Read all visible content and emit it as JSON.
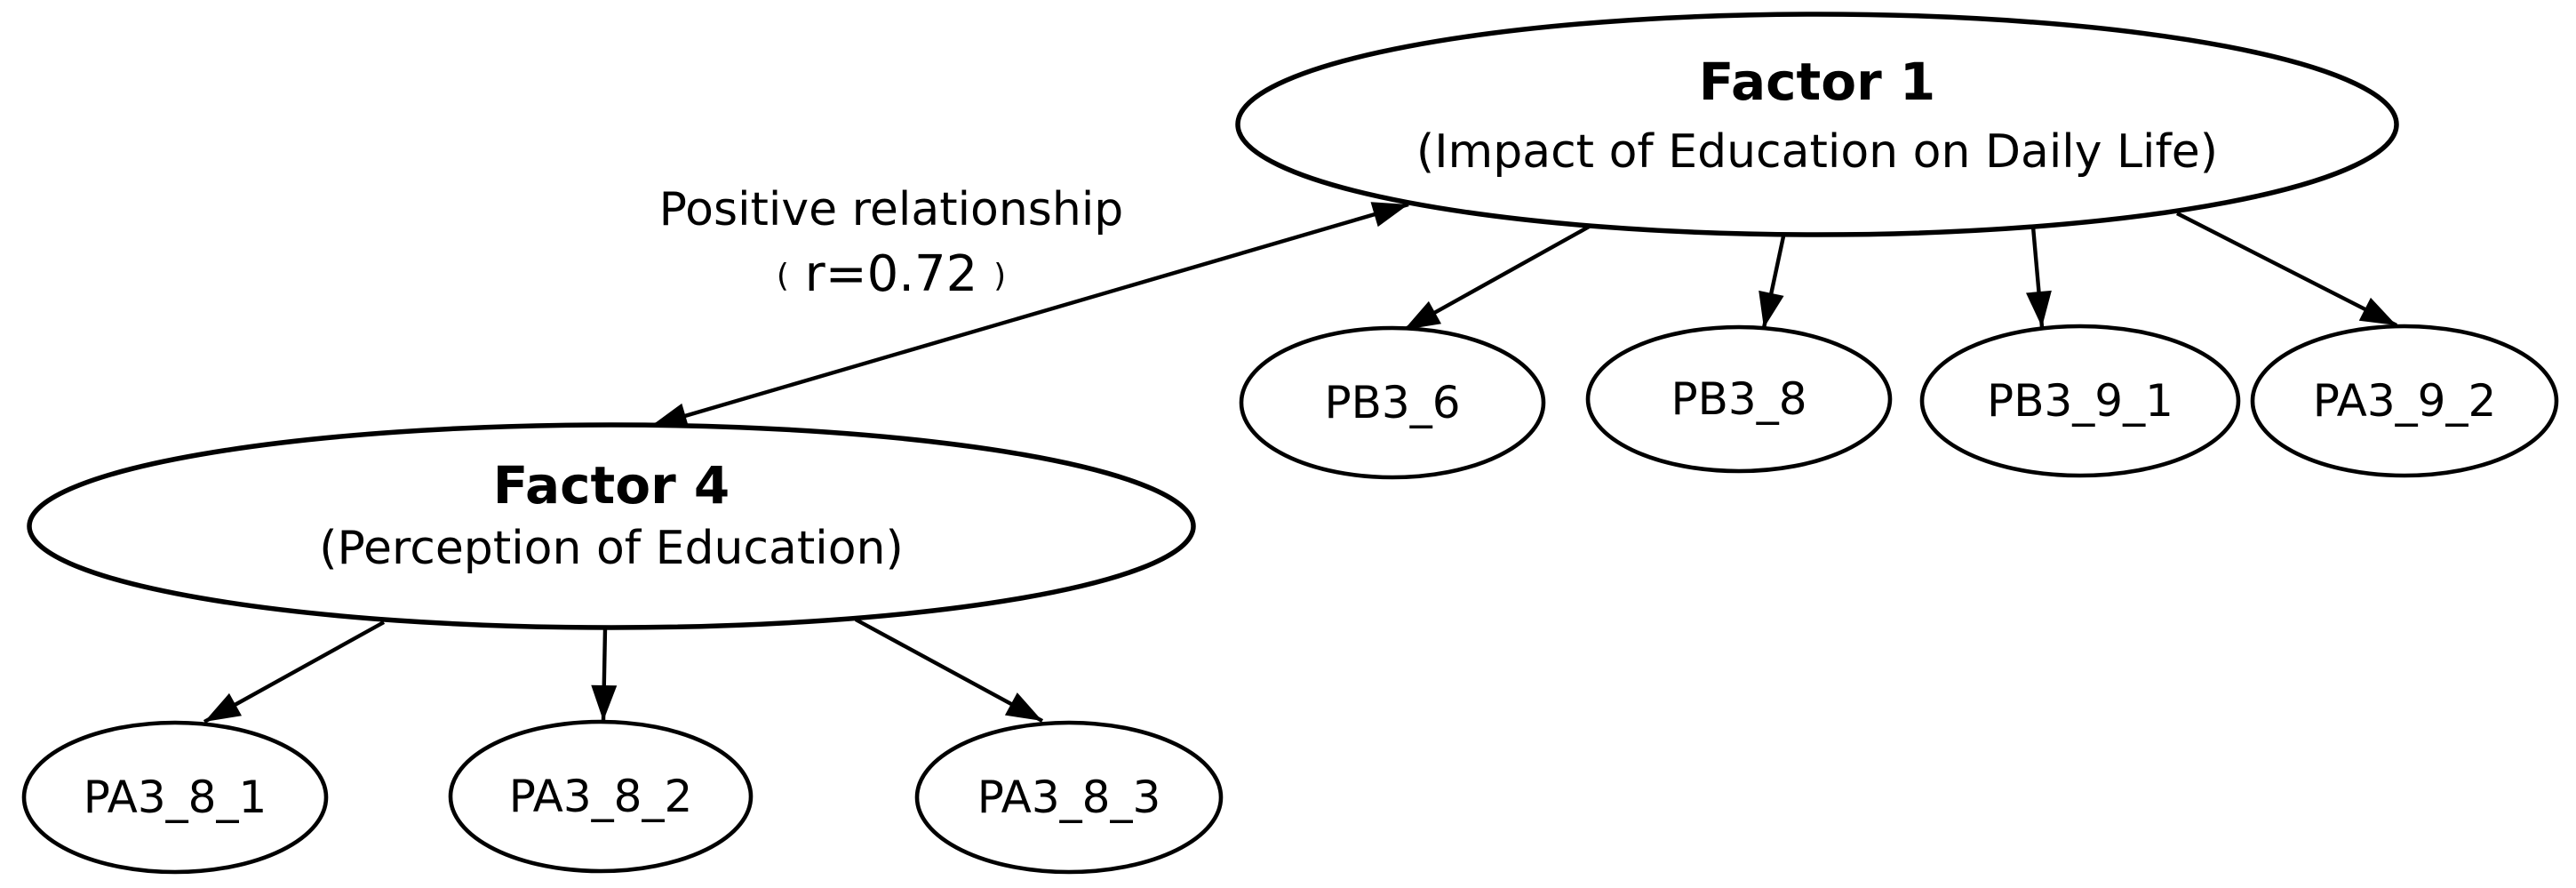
{
  "factors": {
    "factor1": {
      "title": "Factor 1",
      "subtitle": "(Impact of Education on Daily Life)"
    },
    "factor4": {
      "title": "Factor 4",
      "subtitle": "(Perception of Education)"
    }
  },
  "indicators": {
    "pb3_6": "PB3_6",
    "pb3_8": "PB3_8",
    "pb3_9_1": "PB3_9_1",
    "pa3_9_2": "PA3_9_2",
    "pa3_8_1": "PA3_8_1",
    "pa3_8_2": "PA3_8_2",
    "pa3_8_3": "PA3_8_3"
  },
  "relationship_label": {
    "line1": "Positive relationship",
    "open_paren": "(",
    "value": "r=0.72",
    "close_paren": ")"
  },
  "edges": [
    {
      "from": "Factor 4",
      "to": "Factor 1",
      "style": "bidirectional-arrow",
      "label": "Positive relationship (r=0.72)"
    },
    {
      "from": "Factor 1",
      "to": "PB3_6",
      "style": "arrow"
    },
    {
      "from": "Factor 1",
      "to": "PB3_8",
      "style": "arrow"
    },
    {
      "from": "Factor 1",
      "to": "PB3_9_1",
      "style": "arrow"
    },
    {
      "from": "Factor 1",
      "to": "PA3_9_2",
      "style": "arrow"
    },
    {
      "from": "Factor 4",
      "to": "PA3_8_1",
      "style": "arrow"
    },
    {
      "from": "Factor 4",
      "to": "PA3_8_2",
      "style": "arrow"
    },
    {
      "from": "Factor 4",
      "to": "PA3_8_3",
      "style": "arrow"
    }
  ],
  "colors": {
    "background": "#ffffff",
    "stroke": "#000000",
    "text": "#000000"
  }
}
